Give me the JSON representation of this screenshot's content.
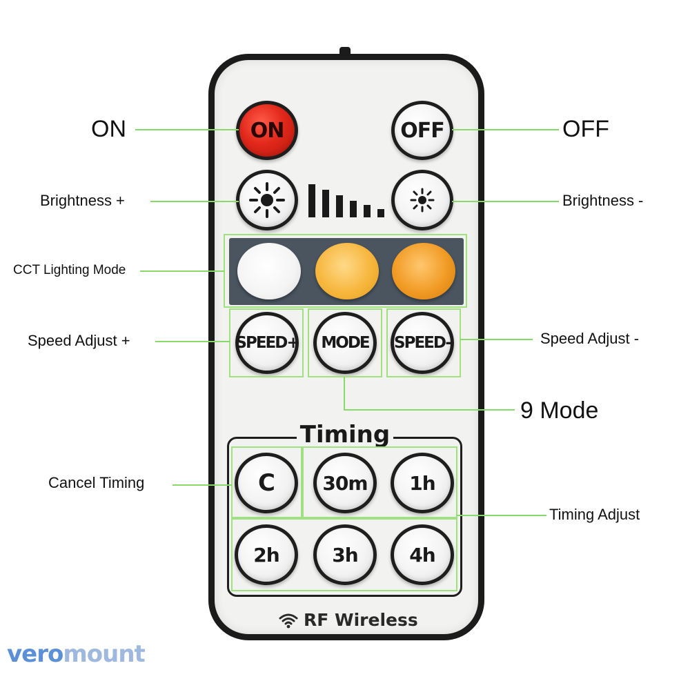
{
  "labels": {
    "on": "ON",
    "off": "OFF",
    "brightness_plus": "Brightness +",
    "brightness_minus": "Brightness -",
    "cct_mode": "CCT Lighting Mode",
    "speed_plus": "Speed Adjust +",
    "speed_minus": "Speed Adjust -",
    "nine_mode": "9 Mode",
    "cancel_timing": "Cancel Timing",
    "timing_adjust": "Timing Adjust"
  },
  "buttons": {
    "on": "ON",
    "off": "OFF",
    "speed_plus": "SPEED+",
    "mode": "MODE",
    "speed_minus": "SPEED-",
    "cancel": "C",
    "t30m": "30m",
    "t1h": "1h",
    "t2h": "2h",
    "t3h": "3h",
    "t4h": "4h"
  },
  "timing_title": "Timing",
  "rf_label": "RF Wireless",
  "watermark": {
    "part1": "vero",
    "part2": "mount"
  },
  "colors": {
    "on_button": "#e2291c",
    "leader_line": "#86d96a",
    "cct_bar": "#4a5560",
    "cct_white": "#f4f4f4",
    "cct_warm": "#f7b73e",
    "cct_amber": "#f19b25"
  },
  "icons": {
    "brightness_plus": "sun-large-icon",
    "brightness_minus": "sun-small-icon",
    "rf": "wifi-signal-icon"
  }
}
